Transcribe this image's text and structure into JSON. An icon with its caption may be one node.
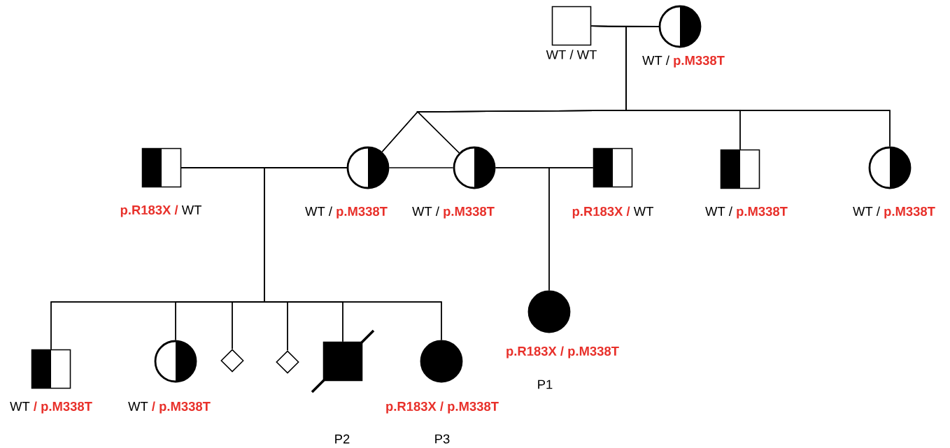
{
  "diagram": {
    "nodes": [
      {
        "text": [
          "WT / WT"
        ]
      },
      {
        "text": [
          "WT / **p.M338T**"
        ]
      },
      {
        "text": [
          "**p.R183X /** WT"
        ]
      },
      {
        "text": [
          "WT / **p.M338T**"
        ]
      },
      {
        "text": [
          "WT / **p.M338T**"
        ]
      },
      {
        "text": [
          "**p.R183X /** WT"
        ]
      },
      {
        "text": [
          "WT / **p.M338T**"
        ]
      },
      {
        "text": [
          "WT / **p.M338T**"
        ]
      },
      {
        "text": [
          "WT **/ p.M338T**"
        ]
      },
      {
        "text": [
          "WT **/ p.M338T**"
        ]
      },
      {
        "text": [],
        "shape": "diamond"
      },
      {
        "text": [],
        "shape": "diamond"
      },
      {
        "text": [
          "P2"
        ]
      },
      {
        "text": [
          "**p.R183X / p.M338T**",
          "P3"
        ]
      },
      {
        "text": [
          "**p.R183X / p.M338T**",
          "P1"
        ]
      }
    ],
    "edges": [
      {
        "from": 0,
        "to": 1,
        "arrow": "none"
      },
      {
        "from": 0,
        "to": 3,
        "arrow": "none"
      },
      {
        "from": 1,
        "to": 3,
        "arrow": "none"
      },
      {
        "from": 0,
        "to": 4,
        "arrow": "none"
      },
      {
        "from": 1,
        "to": 4,
        "arrow": "none"
      },
      {
        "from": 0,
        "to": 6,
        "arrow": "none"
      },
      {
        "from": 1,
        "to": 6,
        "arrow": "none"
      },
      {
        "from": 0,
        "to": 7,
        "arrow": "none"
      },
      {
        "from": 1,
        "to": 7,
        "arrow": "none"
      },
      {
        "from": 2,
        "to": 3,
        "arrow": "none"
      },
      {
        "from": 3,
        "to": 4,
        "arrow": "none"
      },
      {
        "from": 4,
        "to": 5,
        "arrow": "none"
      },
      {
        "from": 2,
        "to": 8,
        "arrow": "none"
      },
      {
        "from": 3,
        "to": 8,
        "arrow": "none"
      },
      {
        "from": 2,
        "to": 9,
        "arrow": "none"
      },
      {
        "from": 3,
        "to": 9,
        "arrow": "none"
      },
      {
        "from": 2,
        "to": 10,
        "arrow": "none"
      },
      {
        "from": 3,
        "to": 10,
        "arrow": "none"
      },
      {
        "from": 2,
        "to": 11,
        "arrow": "none"
      },
      {
        "from": 3,
        "to": 11,
        "arrow": "none"
      },
      {
        "from": 2,
        "to": 12,
        "arrow": "none"
      },
      {
        "from": 3,
        "to": 12,
        "arrow": "none"
      },
      {
        "from": 2,
        "to": 13,
        "arrow": "none"
      },
      {
        "from": 3,
        "to": 13,
        "arrow": "none"
      },
      {
        "from": 4,
        "to": 14,
        "arrow": "none"
      },
      {
        "from": 5,
        "to": 14,
        "arrow": "none"
      }
    ]
  }
}
